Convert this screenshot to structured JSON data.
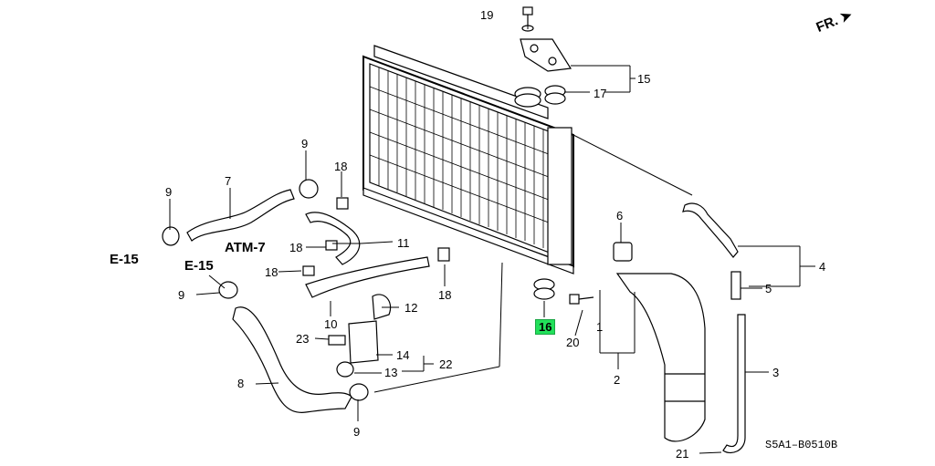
{
  "direction_marker": "FR.",
  "diagram_code": "S5A1–B0510B",
  "highlighted_part": "16",
  "callouts": {
    "c1": "1",
    "c2": "2",
    "c3": "3",
    "c4": "4",
    "c5": "5",
    "c6": "6",
    "c7": "7",
    "c8": "8",
    "c9a": "9",
    "c9b": "9",
    "c9c": "9",
    "c9d": "9",
    "c10": "10",
    "c11": "11",
    "c12": "12",
    "c13": "13",
    "c14": "14",
    "c15": "15",
    "c16": "16",
    "c17": "17",
    "c18a": "18",
    "c18b": "18",
    "c18c": "18",
    "c18d": "18",
    "c19": "19",
    "c20": "20",
    "c21": "21",
    "c22": "22",
    "c23": "23"
  },
  "refs": {
    "e15a": "E-15",
    "e15b": "E-15",
    "atm7": "ATM-7"
  }
}
